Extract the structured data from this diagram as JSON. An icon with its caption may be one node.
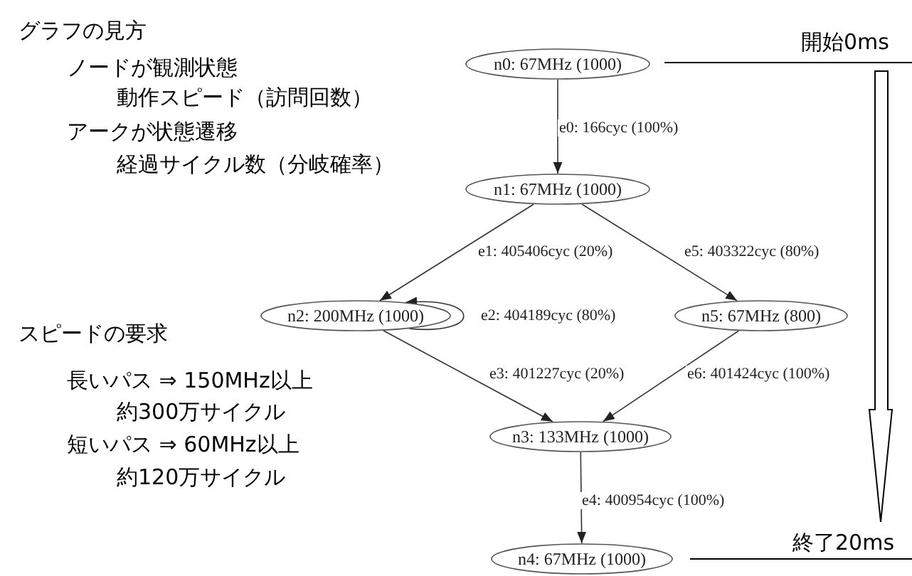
{
  "diagram": {
    "nodes": [
      {
        "text": [
          "n0: 67MHz (1000)"
        ]
      },
      {
        "text": [
          "n1: 67MHz (1000)"
        ]
      },
      {
        "text": [
          "n2: 200MHz (1000)"
        ]
      },
      {
        "text": [
          "n5: 67MHz (800)"
        ]
      },
      {
        "text": [
          "n3: 133MHz (1000)"
        ]
      },
      {
        "text": [
          "n4: 67MHz (1000)"
        ]
      }
    ],
    "edges": [
      {
        "from": 0,
        "to": 1,
        "arrow": "to",
        "label": "e0: 166cyc (100%)"
      },
      {
        "from": 1,
        "to": 2,
        "arrow": "to",
        "label": "e1: 405406cyc (20%)"
      },
      {
        "from": 1,
        "to": 3,
        "arrow": "to",
        "label": "e5: 403322cyc (80%)"
      },
      {
        "from": 2,
        "to": 2,
        "arrow": "to",
        "label": "e2: 404189cyc (80%)"
      },
      {
        "from": 2,
        "to": 4,
        "arrow": "to",
        "label": "e3: 401227cyc (20%)"
      },
      {
        "from": 3,
        "to": 4,
        "arrow": "to",
        "label": "e6: 401424cyc (100%)"
      },
      {
        "from": 4,
        "to": 5,
        "arrow": "to",
        "label": "e4: 400954cyc (100%)"
      }
    ],
    "labels": [
      "グラフの見方",
      "ノードが観測状態",
      "動作スピード（訪問回数）",
      "アークが状態遷移",
      "経過サイクル数（分岐確率）",
      "開始0ms",
      "スピードの要求",
      "長いパス ⇒ 150MHz以上",
      "約300万サイクル",
      "短いパス ⇒ 60MHz以上",
      "約120万サイクル",
      "終了20ms"
    ]
  }
}
